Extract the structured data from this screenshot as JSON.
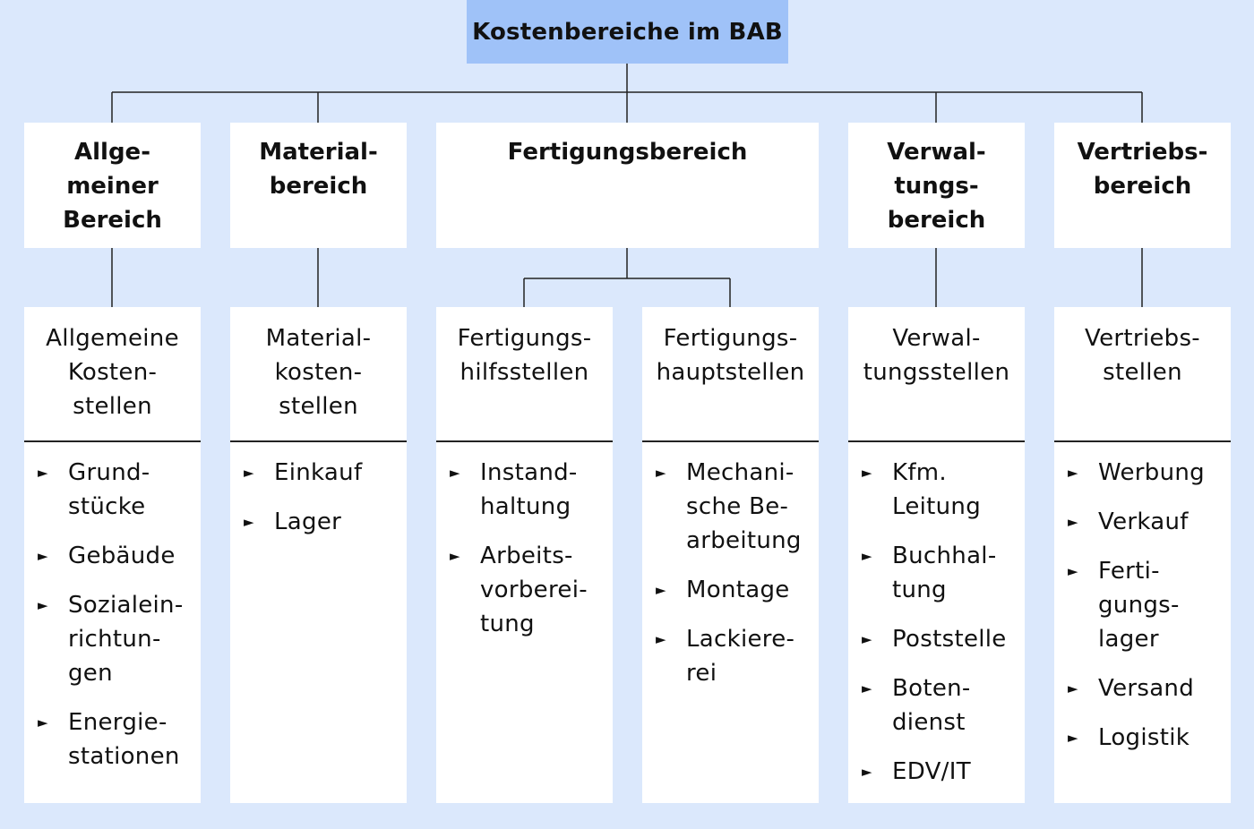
{
  "root": {
    "title": "Kostenbereiche im BAB"
  },
  "categories": [
    {
      "lines": [
        "Allge-",
        "meiner",
        "Bereich"
      ]
    },
    {
      "lines": [
        "Material-",
        "bereich"
      ]
    },
    {
      "lines": [
        "Fertigungsbereich"
      ]
    },
    {
      "lines": [
        "Verwal-",
        "tungs-",
        "bereich"
      ]
    },
    {
      "lines": [
        "Vertriebs-",
        "bereich"
      ]
    }
  ],
  "columns": [
    {
      "title_lines": [
        "Allgemeine",
        "Kosten-",
        "stellen"
      ],
      "items": [
        [
          "Grund-",
          "stücke"
        ],
        [
          "Gebäude"
        ],
        [
          "Sozialein-",
          "richtun-",
          "gen"
        ],
        [
          "Energie-",
          "stationen"
        ]
      ]
    },
    {
      "title_lines": [
        "Material-",
        "kosten-",
        "stellen"
      ],
      "items": [
        [
          "Einkauf"
        ],
        [
          "Lager"
        ]
      ]
    },
    {
      "title_lines": [
        "Fertigungs-",
        "hilfsstellen"
      ],
      "items": [
        [
          "Instand-",
          "haltung"
        ],
        [
          "Arbeits-",
          "vorberei-",
          "tung"
        ]
      ]
    },
    {
      "title_lines": [
        "Fertigungs-",
        "hauptstellen"
      ],
      "items": [
        [
          "Mechani-",
          "sche Be-",
          "arbeitung"
        ],
        [
          "Montage"
        ],
        [
          "Lackiere-",
          "rei"
        ]
      ]
    },
    {
      "title_lines": [
        "Verwal-",
        "tungsstellen"
      ],
      "items": [
        [
          "Kfm.",
          "Leitung"
        ],
        [
          "Buchhal-",
          "tung"
        ],
        [
          "Poststelle"
        ],
        [
          "Boten-",
          "dienst"
        ],
        [
          "EDV/IT"
        ]
      ]
    },
    {
      "title_lines": [
        "Vertriebs-",
        "stellen"
      ],
      "items": [
        [
          "Werbung"
        ],
        [
          "Verkauf"
        ],
        [
          "Ferti-",
          "gungs-",
          "lager"
        ],
        [
          "Versand"
        ],
        [
          "Logistik"
        ]
      ]
    }
  ],
  "bullet_icon": "triangle-right-icon",
  "colors": {
    "background": "#dbe8fc",
    "root_fill": "#9fc2f8",
    "box_fill": "#ffffff",
    "line": "#222222"
  }
}
